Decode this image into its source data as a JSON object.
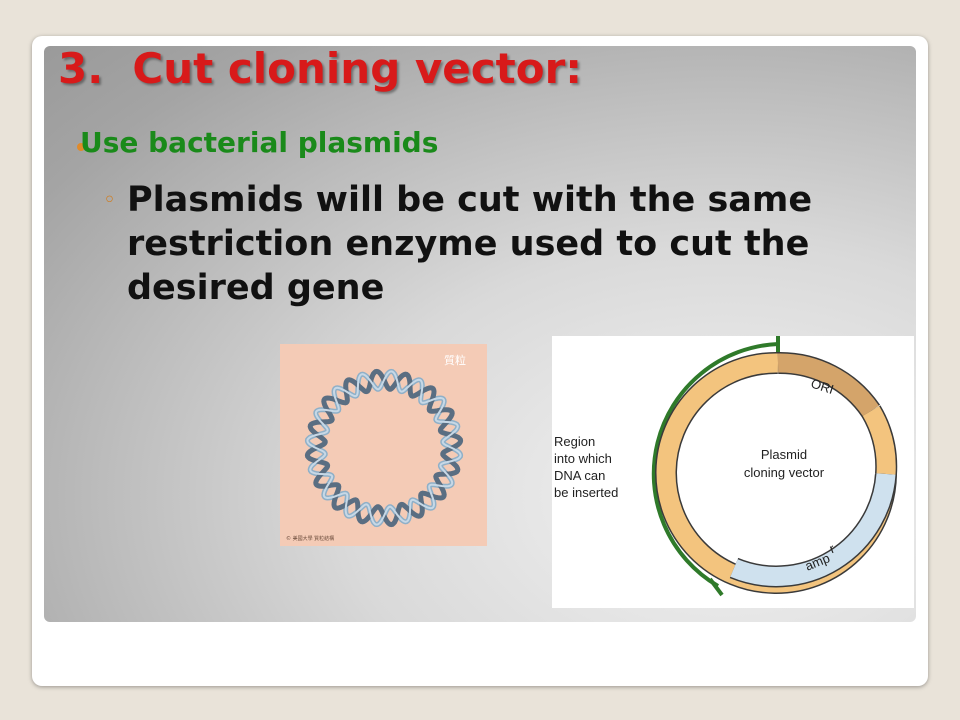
{
  "slide": {
    "title": "3.  Cut cloning vector:",
    "bullet": "Use bacterial plasmids",
    "sub_marker": "◦",
    "sub_bullet": "Plasmids will be cut with the same restriction enzyme used to cut the desired gene"
  },
  "figure_left": {
    "caption_corner": "質粒",
    "caption_bottom": "© 美國大學 質粒結構"
  },
  "figure_right": {
    "region_label": [
      "Region",
      "into which",
      "DNA can",
      "be inserted"
    ],
    "center_label": [
      "Plasmid",
      "cloning vector"
    ],
    "ori_label": "ORI",
    "amp_label": "amp",
    "amp_sup": "r"
  },
  "colors": {
    "title": "#d81a1a",
    "bullet": "#1a8a1a",
    "ring_orange": "#f3c47e",
    "ring_blue": "#cfe1ee",
    "ring_brown": "#d4a46a",
    "arc_green": "#2f7a2a"
  }
}
